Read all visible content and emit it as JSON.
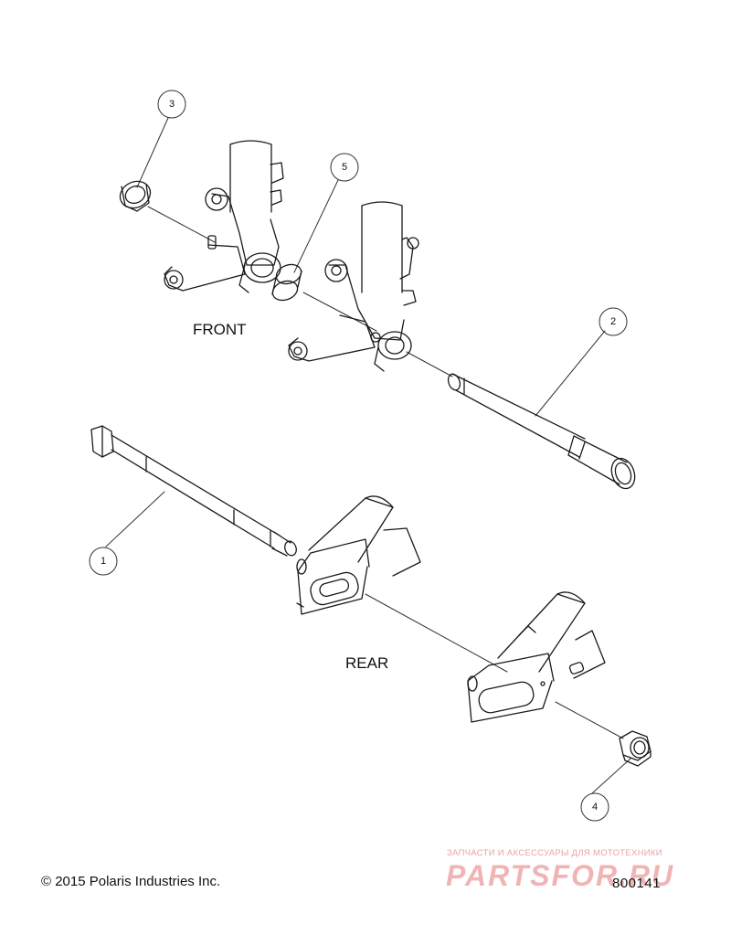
{
  "labels": {
    "front": "FRONT",
    "rear": "REAR"
  },
  "callouts": [
    "1",
    "2",
    "3",
    "4",
    "5"
  ],
  "footer": {
    "copyright": "© 2015 Polaris Industries Inc.",
    "drawing_number": "800141"
  },
  "watermark": {
    "tagline": "ЗАПЧАСТИ И АКСЕССУАРЫ ДЛЯ МОТОТЕХНИКИ",
    "logo_text": "PARTSFOR.RU",
    "color": "#e05a5a"
  },
  "colors": {
    "line": "#1a1a1a",
    "callout_stroke": "#333333"
  }
}
